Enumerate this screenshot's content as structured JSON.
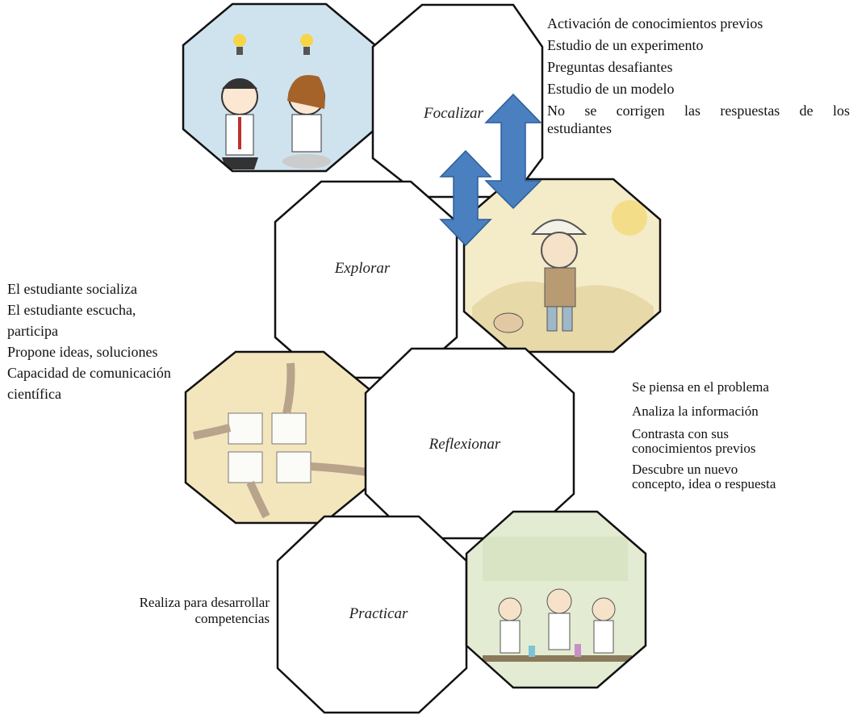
{
  "stages": {
    "focalizar": "Focalizar",
    "explorar": "Explorar",
    "reflexionar": "Reflexionar",
    "practicar": "Practicar"
  },
  "focalizar_notes": [
    "Activación de conocimientos previos",
    "Estudio de un experimento",
    "Preguntas desafiantes",
    "Estudio de un modelo",
    "No se corrigen las respuestas de los",
    "estudiantes"
  ],
  "explorar_notes": [
    "El estudiante socializa",
    "El estudiante escucha,",
    "participa",
    "Propone ideas, soluciones",
    "Capacidad de comunicación",
    "científica"
  ],
  "reflexionar_notes": [
    "Se piensa en el problema",
    "Analiza la información",
    "Contrasta con sus",
    "conocimientos previos",
    "Descubre un nuevo",
    "concepto, idea o respuesta"
  ],
  "practicar_notes": [
    "Realiza para desarrollar",
    "competencias"
  ],
  "colors": {
    "arrow": "#4a7fc0",
    "arrow_edge": "#2d5f99",
    "hex_border": "#111111",
    "img_thinking_bg": "#cfe3ee",
    "img_explorer_bg": "#f4ecc9",
    "img_puzzle_bg": "#f3e6bd",
    "img_lab_bg": "#e3ecd2"
  },
  "images": {
    "thinking": "two-people-thinking-illustration",
    "explorer": "child-explorer-illustration",
    "puzzle": "hands-puzzle-illustration",
    "lab": "children-laboratory-illustration"
  }
}
